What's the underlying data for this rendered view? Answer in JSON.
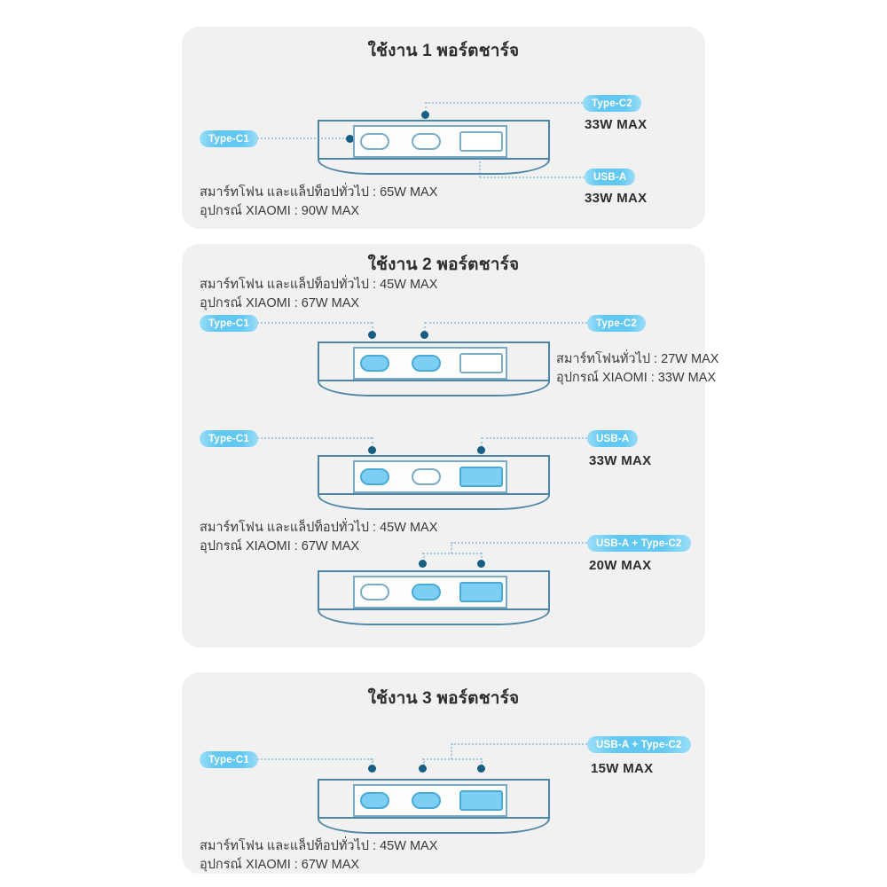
{
  "colors": {
    "badge_blue": "#63c8f1",
    "device_stroke": "#4e87a6",
    "port_active_fill": "#7ccff3",
    "leader_dot": "#185e82",
    "panel_background": "#f1f1f2",
    "text": "#2d2d2d"
  },
  "panel1": {
    "title": "ใช้งาน 1 พอร์ตชาร์จ",
    "badge_type_c1": "Type-C1",
    "badge_type_c2": "Type-C2",
    "badge_usb_a": "USB-A",
    "watt_type_c2": "33W MAX",
    "watt_usb_a": "33W MAX",
    "info_line1": "สมาร์ทโฟน และแล็ปท็อปทั่วไป : 65W MAX",
    "info_line2": "อุปกรณ์ XIAOMI : 90W MAX",
    "device": {
      "active_ports": []
    }
  },
  "panel2": {
    "title": "ใช้งาน 2 พอร์ตชาร์จ",
    "info_top_line1": "สมาร์ทโฟน และแล็ปท็อปทั่วไป : 45W MAX",
    "info_top_line2": "อุปกรณ์ XIAOMI : 67W MAX",
    "row1": {
      "badge_left": "Type-C1",
      "badge_right": "Type-C2",
      "info_line1": "สมาร์ทโฟนทั่วไป : 27W MAX",
      "info_line2": "อุปกรณ์ XIAOMI : 33W MAX",
      "device": {
        "active_ports": [
          "c1",
          "c2"
        ]
      }
    },
    "row2": {
      "badge_left": "Type-C1",
      "badge_right": "USB-A",
      "watt": "33W MAX",
      "device": {
        "active_ports": [
          "c1",
          "a"
        ]
      }
    },
    "info_mid_line1": "สมาร์ทโฟน และแล็ปท็อปทั่วไป : 45W MAX",
    "info_mid_line2": "อุปกรณ์ XIAOMI : 67W MAX",
    "row3": {
      "badge_right": "USB-A + Type-C2",
      "watt": "20W MAX",
      "device": {
        "active_ports": [
          "c2",
          "a"
        ]
      }
    }
  },
  "panel3": {
    "title": "ใช้งาน 3 พอร์ตชาร์จ",
    "badge_left": "Type-C1",
    "badge_right": "USB-A + Type-C2",
    "watt": "15W MAX",
    "info_line1": "สมาร์ทโฟน และแล็ปท็อปทั่วไป : 45W MAX",
    "info_line2": "อุปกรณ์ XIAOMI : 67W MAX",
    "device": {
      "active_ports": [
        "c1",
        "c2",
        "a"
      ]
    }
  }
}
